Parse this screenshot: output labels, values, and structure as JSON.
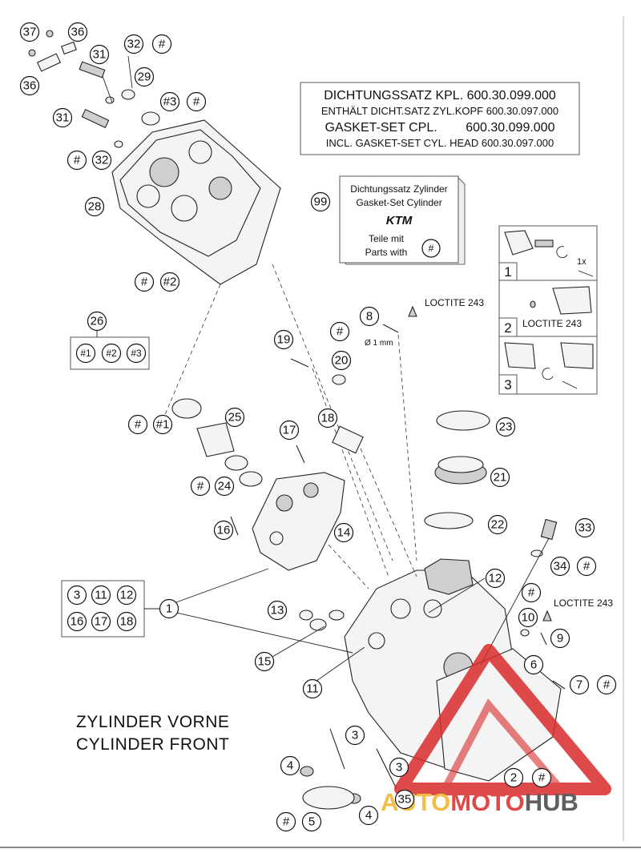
{
  "gasket_set_box": {
    "line1": "DICHTUNGSSATZ KPL. 600.30.099.000",
    "line2": "ENTHÄLT DICHT.SATZ ZYL.KOPF 600.30.097.000",
    "line3": "GASKET-SET CPL.        600.30.099.000",
    "line4": "INCL. GASKET-SET CYL. HEAD 600.30.097.000"
  },
  "cylinder_kit": {
    "callout": "99",
    "line1": "Dichtungssatz Zylinder",
    "line2": "Gasket-Set Cylinder",
    "brand": "KTM",
    "line3": "Teile mit",
    "line4": "Parts with",
    "hash": "#"
  },
  "install_steps": {
    "steps": [
      "1",
      "2",
      "3"
    ],
    "turn_label": "1x",
    "loctite": "LOCTITE 243"
  },
  "loctite_labels": {
    "top": "LOCTITE 243",
    "right": "LOCTITE 243"
  },
  "dimension_label": "Ø 1 mm",
  "title": {
    "line1": "ZYLINDER VORNE",
    "line2": "CYLINDER FRONT"
  },
  "watermark": {
    "part1": "AUTO",
    "part2": "MOTO",
    "part3": "HUB",
    "color_red": "#d92b2b",
    "color_gold": "#f0b323",
    "color_gray": "#444444"
  },
  "set_box_26": [
    "#1",
    "#2",
    "#3"
  ],
  "set_box_1": [
    "3",
    "11",
    "12",
    "16",
    "17",
    "18"
  ],
  "callouts": [
    "37",
    "36",
    "36",
    "31",
    "31",
    "32",
    "#",
    "29",
    "#3",
    "#",
    "#",
    "32",
    "28",
    "#",
    "#2",
    "26",
    "1",
    "#",
    "#1",
    "25",
    "17",
    "#",
    "24",
    "16",
    "14",
    "19",
    "#",
    "20",
    "8",
    "18",
    "23",
    "21",
    "22",
    "33",
    "34",
    "#",
    "12",
    "#",
    "10",
    "9",
    "13",
    "15",
    "11",
    "6",
    "7",
    "#",
    "3",
    "3",
    "4",
    "4",
    "35",
    "2",
    "#",
    "#",
    "5"
  ]
}
